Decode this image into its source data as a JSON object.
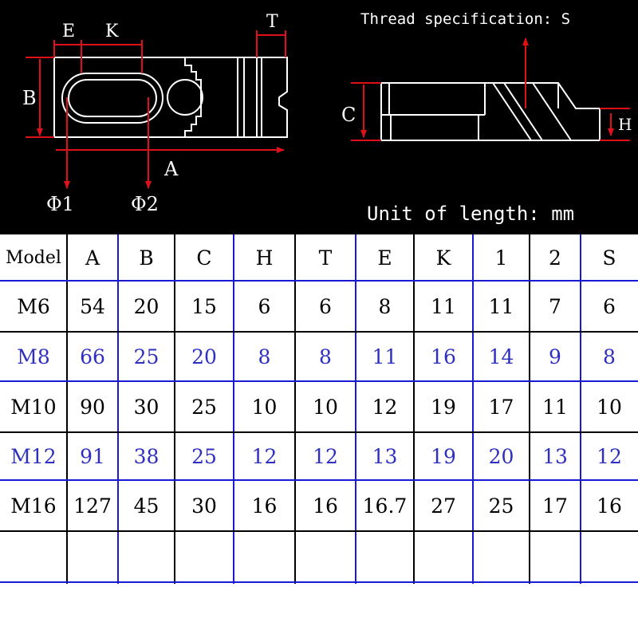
{
  "diagram": {
    "thread_label": "Thread specification: S",
    "unit_label": "Unit of length: mm",
    "dimension_labels": {
      "E": "E",
      "K": "K",
      "T": "T",
      "B": "B",
      "A": "A",
      "C": "C",
      "H": "H",
      "phi1": "Φ1",
      "phi2": "Φ2"
    },
    "colors": {
      "background": "#000000",
      "outline": "#ffffff",
      "dimension": "#e0101a"
    }
  },
  "table": {
    "headers": [
      "Model",
      "A",
      "B",
      "C",
      "H",
      "T",
      "E",
      "K",
      "1",
      "2",
      "S"
    ],
    "rows": [
      {
        "cells": [
          "M6",
          "54",
          "20",
          "15",
          "6",
          "6",
          "8",
          "11",
          "11",
          "7",
          "6"
        ],
        "color": "black"
      },
      {
        "cells": [
          "M8",
          "66",
          "25",
          "20",
          "8",
          "8",
          "11",
          "16",
          "14",
          "9",
          "8"
        ],
        "color": "blue"
      },
      {
        "cells": [
          "M10",
          "90",
          "30",
          "25",
          "10",
          "10",
          "12",
          "19",
          "17",
          "11",
          "10"
        ],
        "color": "black"
      },
      {
        "cells": [
          "M12",
          "91",
          "38",
          "25",
          "12",
          "12",
          "13",
          "19",
          "20",
          "13",
          "12"
        ],
        "color": "blue"
      },
      {
        "cells": [
          "M16",
          "127",
          "45",
          "30",
          "16",
          "16",
          "16.7",
          "27",
          "25",
          "17",
          "16"
        ],
        "color": "black"
      },
      {
        "cells": [
          "",
          "",
          "",
          "",
          "",
          "",
          "",
          "",
          "",
          "",
          ""
        ],
        "color": "black"
      }
    ],
    "colors": {
      "text_black": "#000000",
      "text_blue": "#2f2fbf",
      "line_black": "#000000",
      "line_blue": "#1a1ad6"
    }
  }
}
